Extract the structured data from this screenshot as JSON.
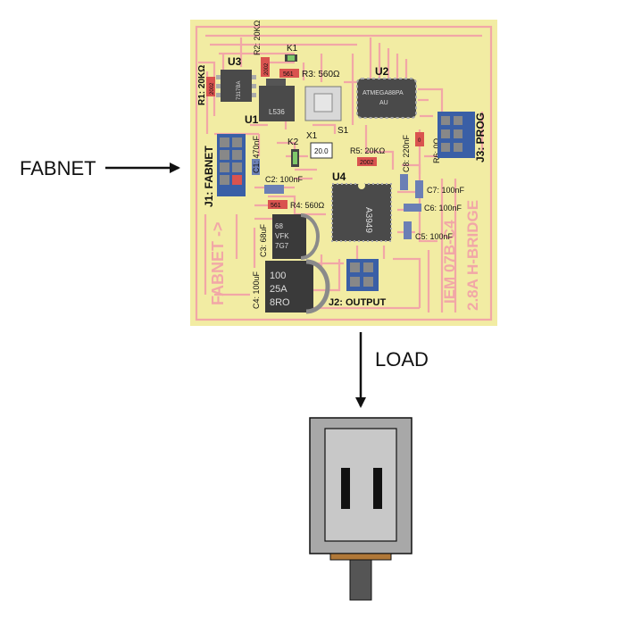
{
  "external": {
    "fabnet_label": "FABNET",
    "load_label": "LOAD"
  },
  "board": {
    "colors": {
      "substrate": "#f2eca3",
      "trace": "#f2a7a7",
      "chip": "#4a4a4a",
      "pad": "#3a5fa6"
    },
    "silk_text_1": "IEM 07B-C4",
    "silk_text_2": "2.8A H-BRIDGE",
    "fabnet_arrow_text": "FABNET ->",
    "components": {
      "u3": {
        "ref": "U3",
        "marking": "7317BA"
      },
      "r2": {
        "label": "R2: 20KΩ",
        "code": "2002"
      },
      "k1": {
        "ref": "K1"
      },
      "r3": {
        "label": "R3: 560Ω",
        "code": "561"
      },
      "r1": {
        "label": "R1: 20KΩ",
        "code": "2002"
      },
      "u1": {
        "ref": "U1",
        "marking": "L536"
      },
      "s1": {
        "ref": "S1"
      },
      "u2": {
        "ref": "U2",
        "marking_1": "ATMEGA88PA",
        "marking_2": "AU"
      },
      "r6": {
        "label": "R6: 0Ω",
        "code": "0"
      },
      "j3": {
        "label": "J3: PROG"
      },
      "j1": {
        "label": "J1: FABNET"
      },
      "c1": {
        "label": "C1: 470nF"
      },
      "k2": {
        "ref": "K2"
      },
      "x1": {
        "ref": "X1",
        "marking": "20.0"
      },
      "r5": {
        "label": "R5: 20KΩ",
        "code": "2002"
      },
      "c8": {
        "label": "C8: 220nF"
      },
      "c2": {
        "label": "C2: 100nF"
      },
      "u4": {
        "ref": "U4",
        "marking": "A3949"
      },
      "c7": {
        "label": "C7: 100nF"
      },
      "r4": {
        "label": "R4: 560Ω",
        "code": "561"
      },
      "c6": {
        "label": "C6: 100nF"
      },
      "c3": {
        "label": "C3: 68uF",
        "marking_1": "68",
        "marking_2": "VFK",
        "marking_3": "7G7"
      },
      "c5": {
        "label": "C5: 100nF"
      },
      "c4": {
        "label": "C4: 100uF",
        "marking_1": "100",
        "marking_2": "25A",
        "marking_3": "8RO"
      },
      "j2": {
        "label": "J2: OUTPUT"
      }
    }
  }
}
